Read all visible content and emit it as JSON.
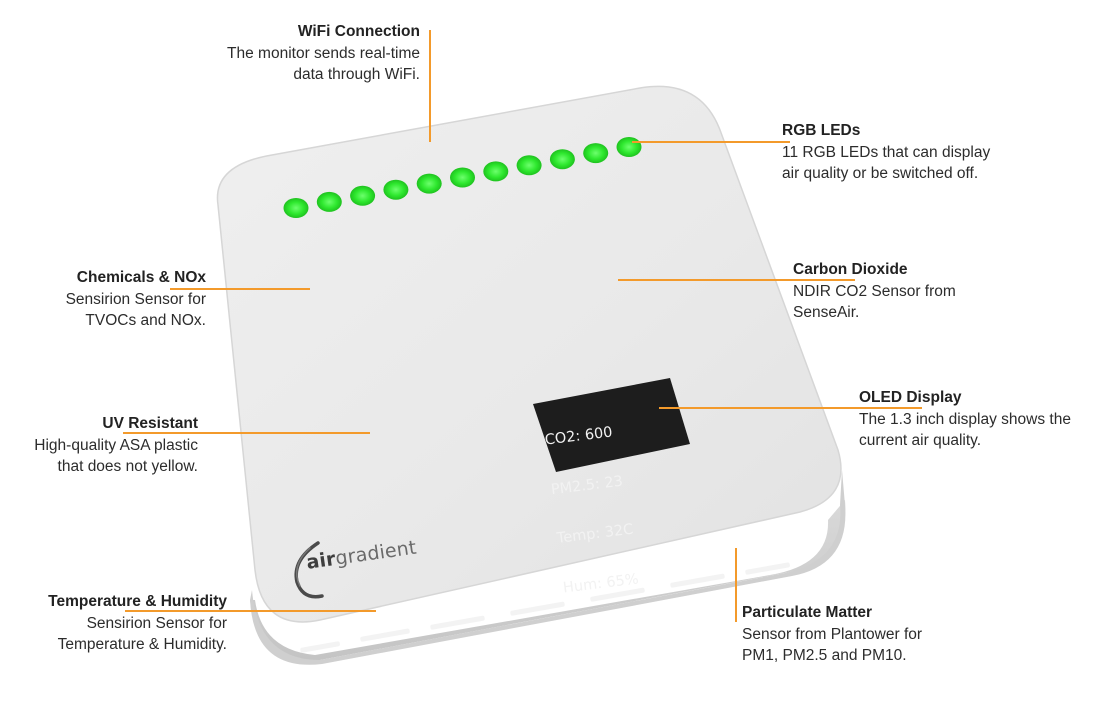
{
  "accent_color": "#f39a2b",
  "led_color": "#2ee82e",
  "device": {
    "brand_prefix": "air",
    "brand_suffix": "gradient",
    "display_lines": [
      "CO2: 600",
      "PM2.5: 23",
      "Temp: 32C",
      "Hum: 65%"
    ],
    "led_count": 11
  },
  "callouts": {
    "wifi": {
      "title": "WiFi Connection",
      "desc": "The monitor sends real-time\ndata through WiFi."
    },
    "rgb": {
      "title": "RGB LEDs",
      "desc": "11 RGB LEDs that can display\nair quality or be switched off."
    },
    "chemicals": {
      "title": "Chemicals & NOx",
      "desc": "Sensirion Sensor for\nTVOCs and NOx."
    },
    "co2": {
      "title": "Carbon Dioxide",
      "desc": "NDIR CO2 Sensor from\nSenseAir."
    },
    "oled": {
      "title": "OLED Display",
      "desc": "The 1.3 inch display shows the\ncurrent air quality."
    },
    "uv": {
      "title": "UV Resistant",
      "desc": "High-quality ASA plastic\nthat does not yellow."
    },
    "temp": {
      "title": "Temperature & Humidity",
      "desc": "Sensirion Sensor for\nTemperature & Humidity."
    },
    "pm": {
      "title": "Particulate Matter",
      "desc": "Sensor from Plantower for\nPM1, PM2.5 and PM10."
    }
  }
}
